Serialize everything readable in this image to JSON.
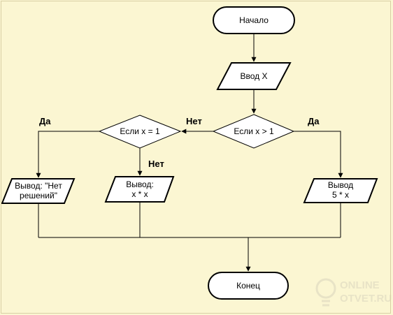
{
  "diagram": {
    "colors": {
      "background": "#fbf6d2",
      "fill": "#ffffff",
      "stroke": "#000000"
    },
    "nodes": {
      "start": {
        "shape": "terminator",
        "lines": [
          "Начало"
        ]
      },
      "input": {
        "shape": "parallelogram",
        "lines": [
          "Ввод X"
        ]
      },
      "cond1": {
        "shape": "decision",
        "lines": [
          "Если x > 1"
        ]
      },
      "cond2": {
        "shape": "decision",
        "lines": [
          "Если x = 1"
        ]
      },
      "out_none": {
        "shape": "parallelogram",
        "lines": [
          "Вывод: \"Нет",
          "решений\""
        ]
      },
      "out_sq": {
        "shape": "parallelogram",
        "lines": [
          "Вывод:",
          "x * x"
        ]
      },
      "out_5x": {
        "shape": "parallelogram",
        "lines": [
          "Вывод",
          "5 * x"
        ]
      },
      "end": {
        "shape": "terminator",
        "lines": [
          "Конец"
        ]
      }
    },
    "edge_labels": {
      "cond1_yes": "Да",
      "cond1_no": "Нет",
      "cond2_yes": "Да",
      "cond2_no": "Нет"
    }
  },
  "watermark": {
    "lines": [
      "ONLINE",
      "OTVET.RU"
    ],
    "icon": "lightbulb-icon"
  }
}
